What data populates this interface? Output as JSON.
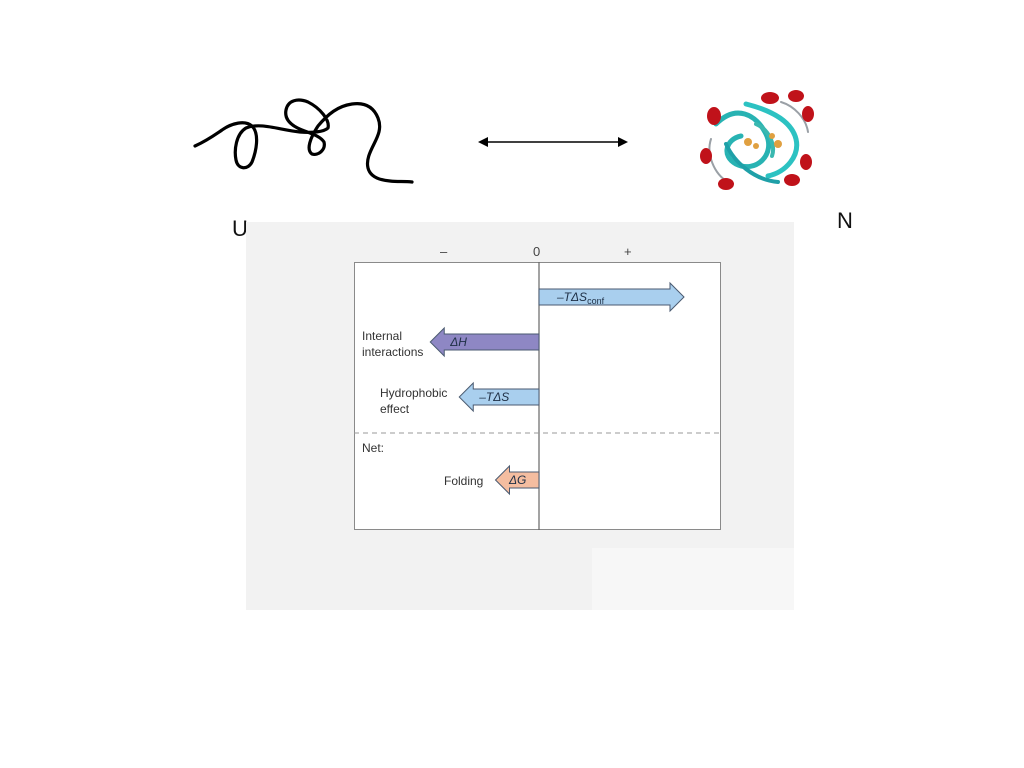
{
  "states": {
    "unfolded": "U",
    "native": "N"
  },
  "figure": {
    "axis_ticks": [
      "–",
      "0",
      "+"
    ],
    "rows": [
      {
        "label_lines": [],
        "arrow_text": "–TΔS",
        "arrow_subscript": "conf",
        "value": 1.0,
        "color": "#a9cfee"
      },
      {
        "label_lines": [
          "Internal",
          "interactions"
        ],
        "arrow_text": "ΔH",
        "arrow_subscript": "",
        "value": -0.75,
        "color": "#8e87c4"
      },
      {
        "label_lines": [
          "Hydrophobic",
          "effect"
        ],
        "arrow_text": "–TΔS",
        "arrow_subscript": "",
        "value": -0.55,
        "color": "#a9cfee"
      },
      {
        "label_lines": [
          "Folding"
        ],
        "arrow_text": "ΔG",
        "arrow_subscript": "",
        "value": -0.3,
        "color": "#f4bda0"
      }
    ],
    "net_label": "Net:"
  },
  "icons": [
    "random-coil-icon",
    "double-headed-arrow-icon",
    "protein-ribbon-icon"
  ]
}
